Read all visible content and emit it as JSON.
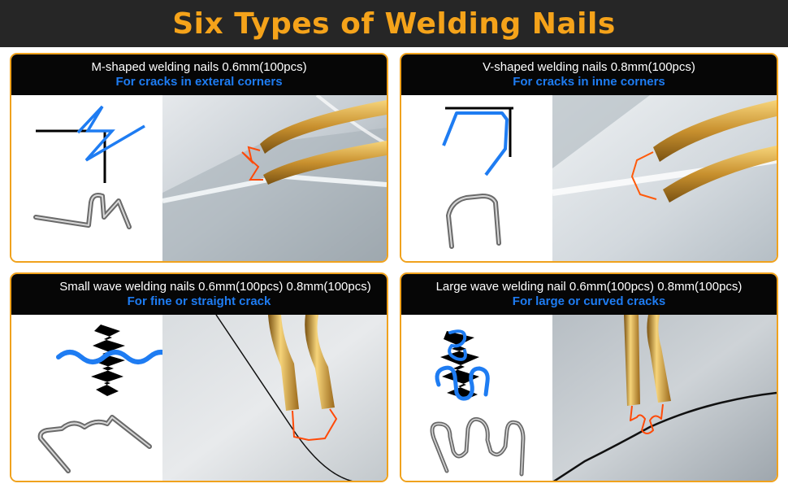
{
  "title": "Six Types of Welding Nails",
  "panels": [
    {
      "type_line": "M-shaped welding nails  0.6mm(100pcs)",
      "use_line": "For cracks in exteral corners"
    },
    {
      "type_line": "V-shaped welding nails  0.8mm(100pcs)",
      "use_line": "For cracks in inne corners"
    },
    {
      "type_line": "Small wave welding nails  0.6mm(100pcs)    0.8mm(100pcs)",
      "use_line": "For fine or straight crack"
    },
    {
      "type_line": "Large wave welding nail  0.6mm(100pcs)  0.8mm(100pcs)",
      "use_line": "For large or curved cracks"
    }
  ],
  "colors": {
    "banner_bg": "#262626",
    "title": "#f5a31a",
    "border": "#f0a21d",
    "accent_blue": "#1e7cf2",
    "wire_orange": "#ff5a0a",
    "copper": "#d9a436"
  }
}
